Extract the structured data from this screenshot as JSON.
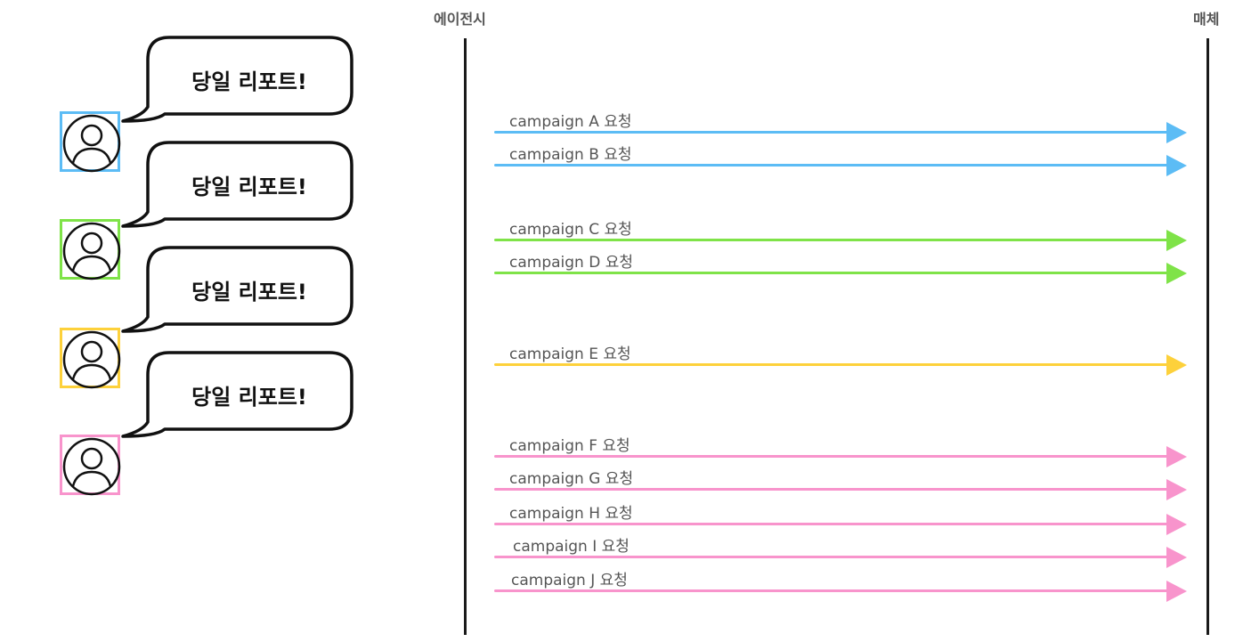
{
  "lanes": {
    "agency": "에이전시",
    "media": "매체"
  },
  "colors": {
    "blue": "#5cbcf5",
    "green": "#7fe348",
    "yellow": "#fdd13b",
    "pink": "#f894cc"
  },
  "users": [
    {
      "bubble": "당일 리포트!",
      "color": "#5cbcf5",
      "icon": "user-icon"
    },
    {
      "bubble": "당일 리포트!",
      "color": "#7fe348",
      "icon": "user-icon"
    },
    {
      "bubble": "당일 리포트!",
      "color": "#fdd13b",
      "icon": "user-icon"
    },
    {
      "bubble": "당일 리포트!",
      "color": "#f894cc",
      "icon": "user-icon"
    }
  ],
  "messages": [
    {
      "label": "campaign A 요청",
      "color": "#5cbcf5"
    },
    {
      "label": "campaign B 요청",
      "color": "#5cbcf5"
    },
    {
      "label": "campaign C 요청",
      "color": "#7fe348"
    },
    {
      "label": "campaign D 요청",
      "color": "#7fe348"
    },
    {
      "label": "campaign E 요청",
      "color": "#fdd13b"
    },
    {
      "label": "campaign F 요청",
      "color": "#f894cc"
    },
    {
      "label": "campaign G 요청",
      "color": "#f894cc"
    },
    {
      "label": "campaign H 요청",
      "color": "#f894cc"
    },
    {
      "label": "campaign I 요청",
      "color": "#f894cc"
    },
    {
      "label": "campaign J 요청",
      "color": "#f894cc"
    }
  ]
}
